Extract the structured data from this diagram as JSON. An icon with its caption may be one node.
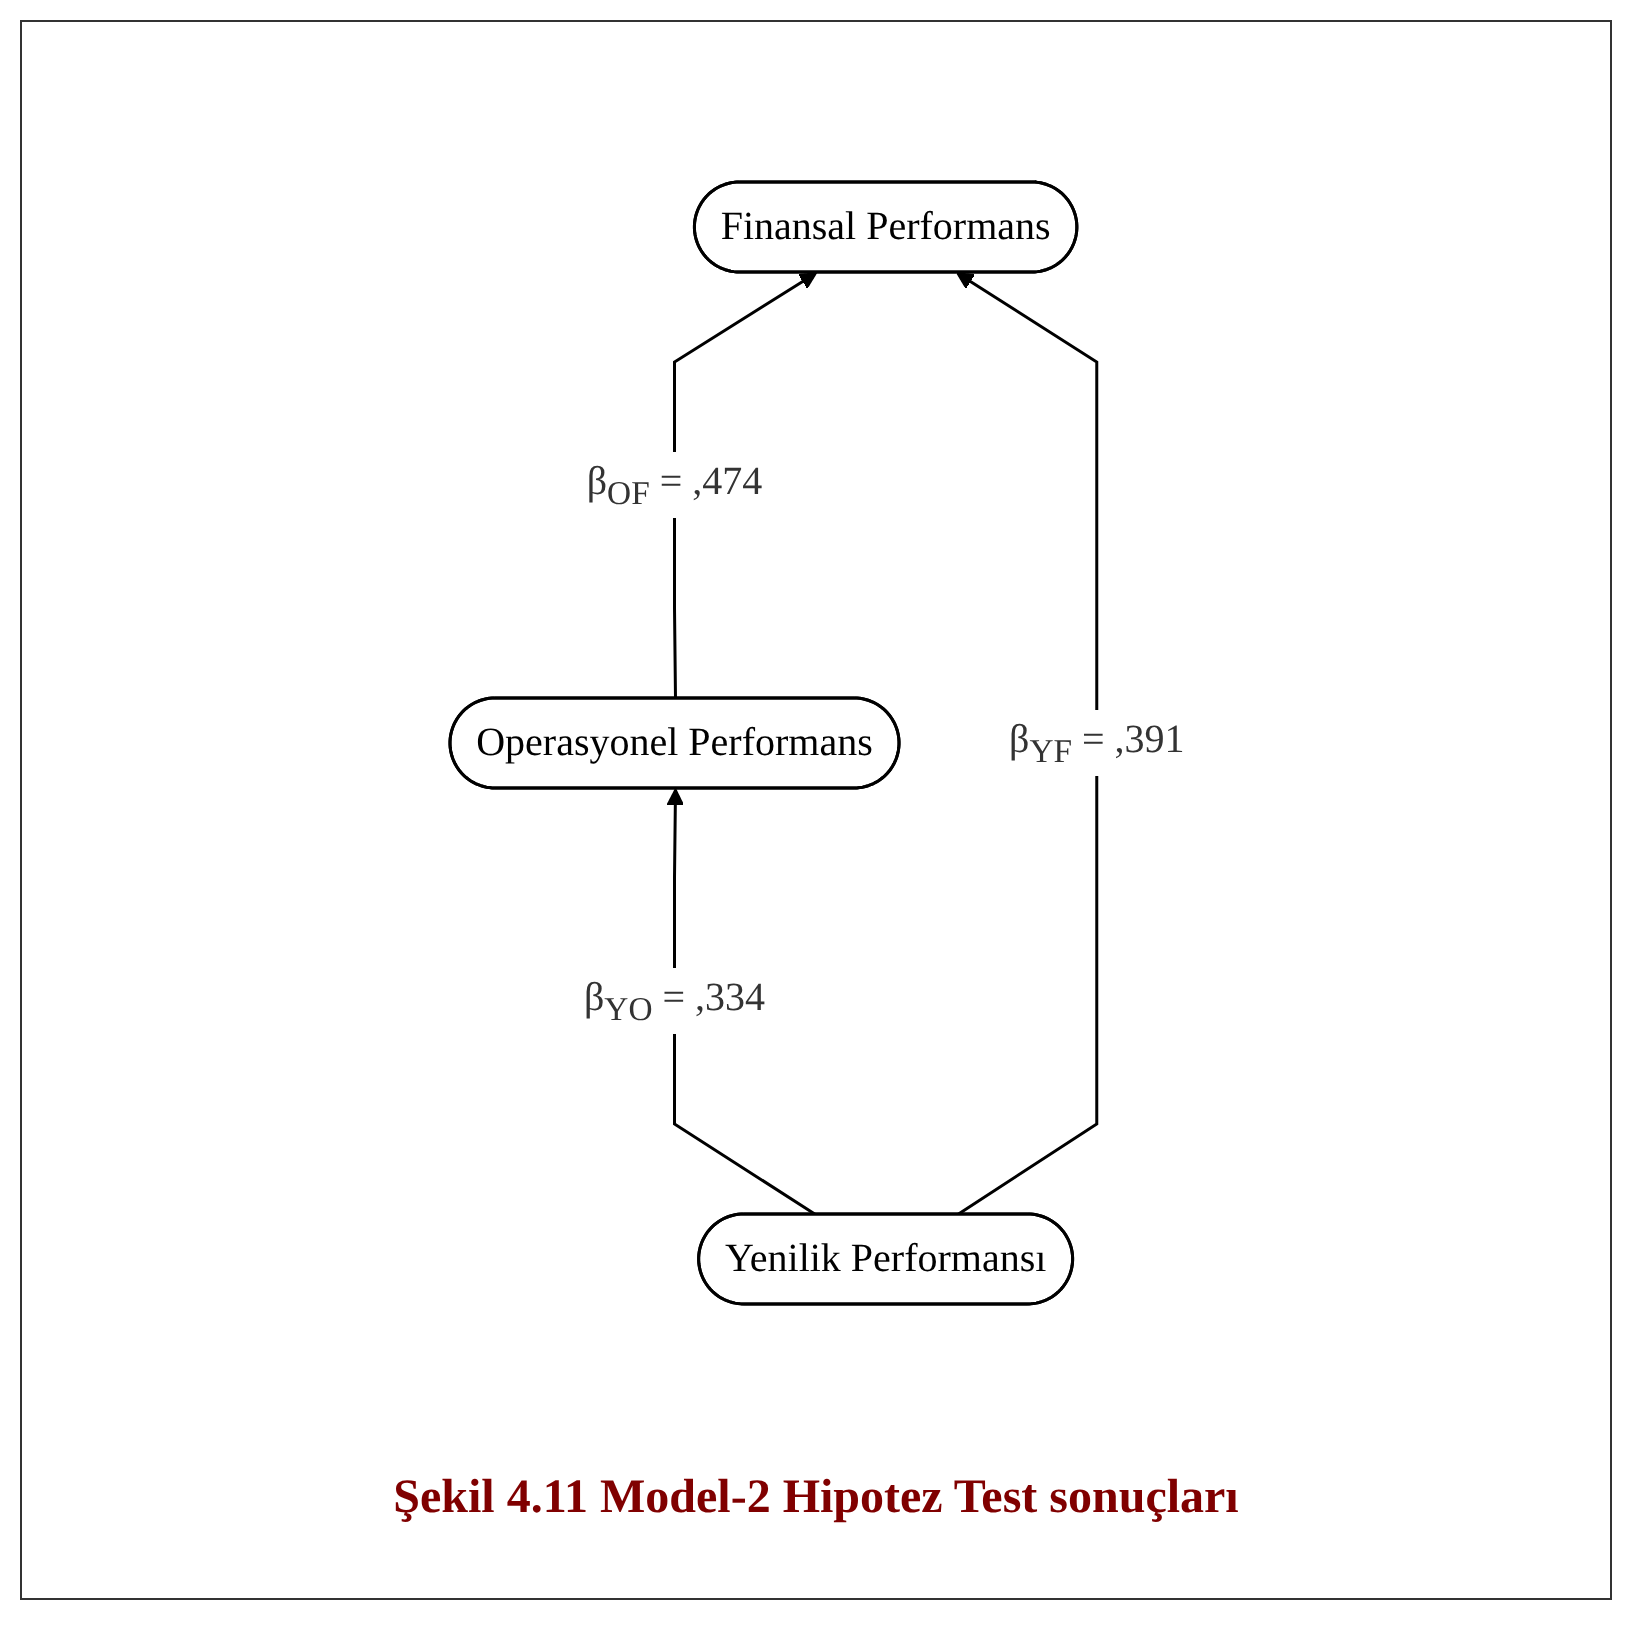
{
  "diagram": {
    "caption": "Şekil 4.11 Model-2 Hipotez Test sonuçları",
    "nodes": [
      {
        "text": [
          "Finansal Performans"
        ]
      },
      {
        "text": [
          "Operasyonel Performans"
        ]
      },
      {
        "text": [
          "Yenilik Performansı"
        ]
      }
    ],
    "edges": [
      {
        "from": 1,
        "to": 0,
        "arrow": "to",
        "label": "β$_{OF}$ = ,474"
      },
      {
        "from": 2,
        "to": 1,
        "arrow": "to",
        "label": "β$_{YO}$ = ,334"
      },
      {
        "from": 2,
        "to": 0,
        "arrow": "to",
        "label": "β$_{YF}$ = ,391"
      }
    ]
  }
}
